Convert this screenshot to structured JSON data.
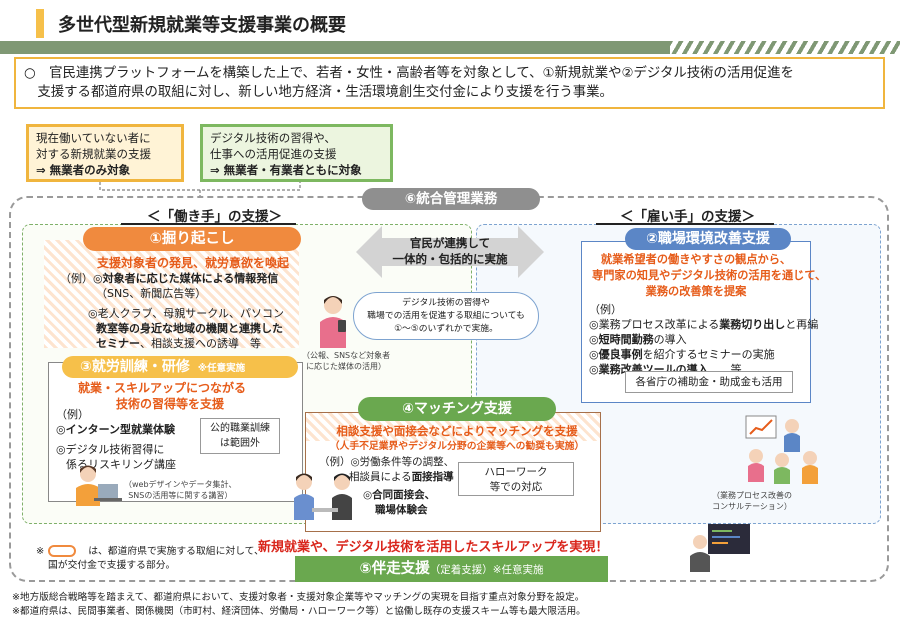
{
  "page": {
    "title": "多世代型新規就業等支援事業の概要"
  },
  "overview": {
    "line1": "○　官民連携プラットフォームを構築した上で、若者・女性・高齢者等を対象として、①新規就業や②デジタル技術の活用促進を",
    "line2": "　支援する都道府県の取組に対し、新しい地方経済・生活環境創生交付金により支援を行う事業。"
  },
  "targets": {
    "a": {
      "line1": "現在働いていない者に",
      "line2": "対する新規就業の支援",
      "line3": "⇒ 無業者のみ対象"
    },
    "b": {
      "line1": "デジタル技術の習得や、",
      "line2": "仕事への活用促進の支援",
      "line3": "⇒ 無業者・有業者ともに対象"
    }
  },
  "integration": {
    "label": "⑥統合管理業務"
  },
  "left_side": {
    "header": "＜「働き手」の支援＞"
  },
  "right_side": {
    "header": "＜「雇い手」の支援＞"
  },
  "center": {
    "arrow_line1": "官民が連携して",
    "arrow_line2": "一体的・包括的に実施",
    "cloud_line1": "デジタル技術の習得や",
    "cloud_line2": "職場での活用を促進する取組についても",
    "cloud_line3": "①～⑤のいずれかで実施。"
  },
  "box1": {
    "title": "①掘り起こし",
    "subtitle": "支援対象者の発見、就労意欲を喚起",
    "ex_label": "（例）",
    "item1_bold": "対象者に応じた媒体による情報発信",
    "item1_sub": "（SNS、新聞広告等）",
    "item2_pre": "老人クラブ、母親サークル、パソコン",
    "item2_bold1": "教室等の身近な地域の機関と連携した",
    "item2_bold2": "セミナー",
    "item2_post": "、相談支援への誘導　等",
    "caption_line1": "（公報、SNSなど対象者",
    "caption_line2": "に応じた媒体の活用）"
  },
  "box3": {
    "title": "③就労訓練・研修",
    "optional": "※任意実施",
    "subtitle_line1": "就業・スキルアップにつながる",
    "subtitle_line2": "技術の習得等を支援",
    "ex_label": "（例）",
    "item1": "インターン型就業体験",
    "item2_line1": "デジタル技術習得に",
    "item2_line2": "係るリスキリング講座",
    "note_line1": "公的職業訓練",
    "note_line2": "は範囲外",
    "caption_line1": "（webデザインやデータ集計、",
    "caption_line2": "SNSの活用等に関する講習）"
  },
  "box2": {
    "title": "②職場環境改善支援",
    "subtitle_line1": "就業希望者の働きやすさの観点から、",
    "subtitle_line2": "専門家の知見やデジタル技術の活用を通じて、",
    "subtitle_line3": "業務の改善策を提案",
    "ex_label": "（例）",
    "item1_pre": "業務プロセス改革による",
    "item1_bold": "業務切り出し",
    "item1_post": "と再編",
    "item2": "短時間勤務",
    "item2_post": "の導入",
    "item3": "優良事例",
    "item3_post": "を紹介するセミナーの実施",
    "item4": "業務改善ツールの導入",
    "item4_post": "　　等",
    "note": "各省庁の補助金・助成金も活用",
    "caption_line1": "（業務プロセス改善の",
    "caption_line2": "コンサルテーション）"
  },
  "box4": {
    "title": "④マッチング支援",
    "subtitle_main": "相談支援や面接会などによりマッチングを支援",
    "subtitle_small": "（人手不足業界やデジタル分野の企業等への勧奨も実施）",
    "ex_label": "（例）",
    "item1_line1": "労働条件等の調整、",
    "item1_line2_pre": "相談員による",
    "item1_line2_bold": "面接指導",
    "item2_line1": "合同面接会、",
    "item2_line2": "職場体験会",
    "note_line1": "ハローワーク",
    "note_line2": "等での対応"
  },
  "slogan": "新規就業や、デジタル技術を活用したスキルアップを実現！",
  "box5": {
    "title": "⑤伴走支援",
    "sub": "（定着支援）",
    "optional": "※任意実施"
  },
  "legend": {
    "mark": "※",
    "text1": "は、都道府県で実施する取組に対して、",
    "text2": "国が交付金で支援する部分。"
  },
  "footnotes": {
    "line1": "※地方版総合戦略等を踏まえて、都道府県において、支援対象者・支援対象企業等やマッチングの実現を目指す重点対象分野を設定。",
    "line2": "※都道府県は、民間事業者、関係機関（市町村、経済団体、労働局・ハローワーク等）と協働し既存の支援スキーム等も最大限活用。"
  },
  "colors": {
    "accent_yellow": "#f0b53e",
    "accent_orange": "#f08a3e",
    "accent_green": "#6aa84f",
    "accent_blue": "#5b86c6",
    "highlight_red": "#d9261c",
    "subtitle_orange": "#e65c1a"
  }
}
